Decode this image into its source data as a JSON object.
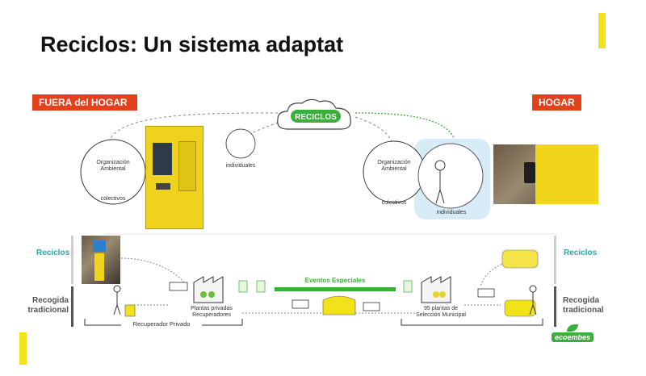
{
  "slide": {
    "title": "Reciclos: Un sistema adaptat"
  },
  "colors": {
    "accent_yellow": "#f2e21a",
    "badge_red": "#e3401c",
    "teal": "#2aa6b0",
    "green": "#3cae3c"
  },
  "badges": {
    "outside": "FUERA del HOGAR",
    "home": "HOGAR"
  },
  "cloud": {
    "logo": "RECICLOS"
  },
  "left": {
    "circle_label": "Organización Ambiental",
    "collective": "colectivos",
    "individual": "individuales"
  },
  "right": {
    "circle_label": "Organización Ambiental",
    "collective": "colectivos",
    "individual": "individuales"
  },
  "rows": {
    "left_reciclos": "Reciclos",
    "right_reciclos": "Reciclos",
    "left_traditional": "Recogida tradicional",
    "right_traditional": "Recogida tradicional"
  },
  "flow": {
    "special_events": "Eventos Especiales",
    "private_plants": "Plantas privadas Recuperadores",
    "municipal_plants": "95 plantas de Selección Municipal",
    "private_recoverer": "Recuperador Privado"
  },
  "brand": {
    "ecoembes": "ecoembes"
  }
}
